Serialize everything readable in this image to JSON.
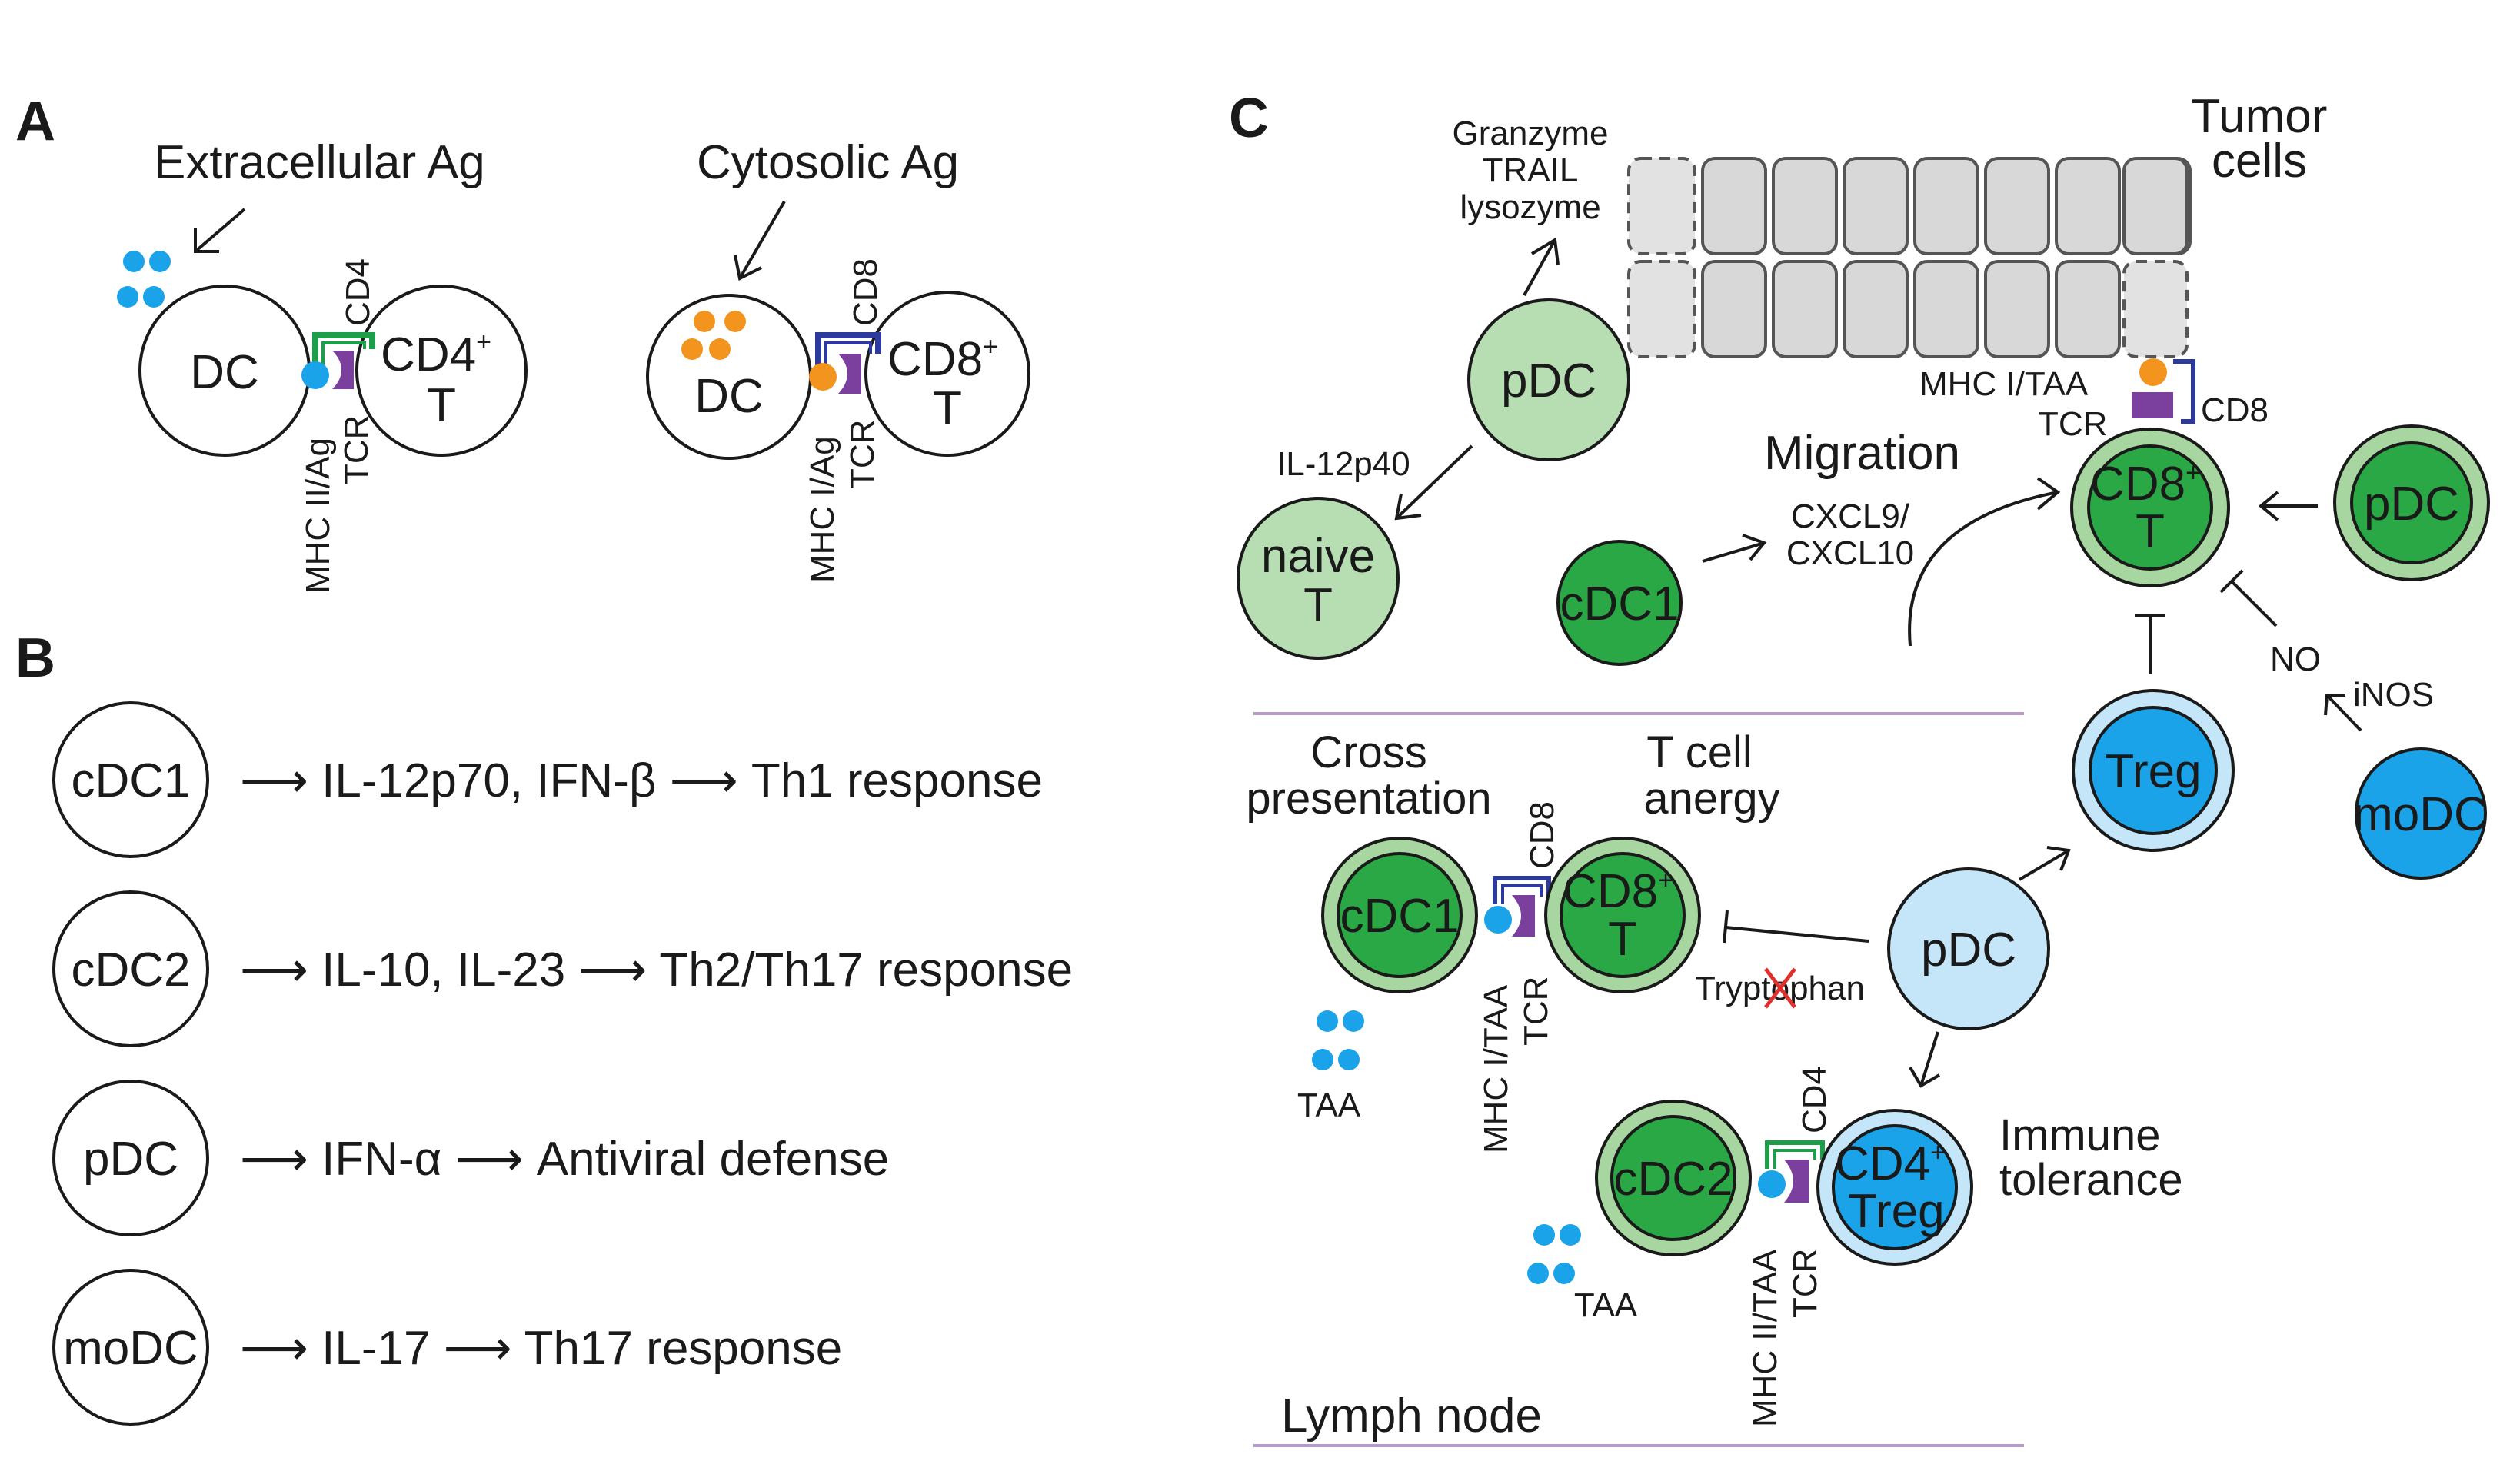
{
  "colors": {
    "antigen_blue": "#1aa3e8",
    "antigen_orange": "#f3941e",
    "tcr_purple": "#7b3f9e",
    "cd4_green": "#1e9e4a",
    "cd8_blue": "#2b3a9c",
    "dark_green_cell": "#2aa845",
    "dark_green_ring": "#a7d6a0",
    "light_green_cell": "#b6deb2",
    "light_blue_cell": "#c5e6f8",
    "blue_cell": "#1aa3e8",
    "divider_purple": "#b89ac9",
    "tumor_grey": "#d8d8d8"
  },
  "panel_a": {
    "letter": "A",
    "left": {
      "antigen_label": "Extracellular Ag",
      "dc_label": "DC",
      "t_label_main": "CD4",
      "t_label_sup": "+",
      "t_label_second": "T",
      "co_receptor": "CD4",
      "mhc_label": "MHC II/Ag",
      "tcr_label": "TCR"
    },
    "right": {
      "antigen_label": "Cytosolic Ag",
      "dc_label": "DC",
      "t_label_main": "CD8",
      "t_label_sup": "+",
      "t_label_second": "T",
      "co_receptor": "CD8",
      "mhc_label": "MHC I/Ag",
      "tcr_label": "TCR"
    }
  },
  "panel_b": {
    "letter": "B",
    "rows": [
      {
        "cell": "cDC1",
        "text": "⟶ IL-12p70, IFN-β ⟶ Th1 response"
      },
      {
        "cell": "cDC2",
        "text": "⟶ IL-10, IL-23 ⟶ Th2/Th17 response"
      },
      {
        "cell": "pDC",
        "text": "⟶ IFN-α ⟶ Antiviral defense"
      },
      {
        "cell": "moDC",
        "text": "⟶ IL-17 ⟶ Th17 response"
      }
    ]
  },
  "panel_c": {
    "letter": "C",
    "tumor_title_1": "Tumor",
    "tumor_title_2": "cells",
    "effectors_1": "Granzyme",
    "effectors_2": "TRAIL",
    "effectors_3": "lysozyme",
    "pdc_top": "pDC",
    "il12_label": "IL-12p40",
    "naive_1": "naive",
    "naive_2": "T",
    "migration": "Migration",
    "cdc1_mid": "cDC1",
    "cxcl_1": "CXCL9/",
    "cxcl_2": "CXCL10",
    "mhc_taa_top": "MHC I/TAA",
    "tcr_top": "TCR",
    "cd8_top": "CD8",
    "cd8t_main": "CD8",
    "cd8t_sup": "+",
    "cd8t_second": "T",
    "pdc_right": "pDC",
    "no_label": "NO",
    "inos_label": "iNOS",
    "treg_label": "Treg",
    "modc_label": "moDC",
    "cross_1": "Cross",
    "cross_2": "presentation",
    "anergy_1": "T cell",
    "anergy_2": "anergy",
    "cdc1_ln": "cDC1",
    "cd8_ln": "CD8",
    "cd8t_ln_main": "CD8",
    "cd8t_ln_sup": "+",
    "cd8t_ln_second": "T",
    "mhc_taa_ln": "MHC I/TAA",
    "tcr_ln": "TCR",
    "pdc_ln": "pDC",
    "tryptophan": "Tryptophan",
    "taa_1": "TAA",
    "cdc2_ln": "cDC2",
    "cd4_ln": "CD4",
    "cd4treg_main": "CD4",
    "cd4treg_sup": "+",
    "cd4treg_second": "Treg",
    "immune_1": "Immune",
    "immune_2": "tolerance",
    "taa_2": "TAA",
    "mhc2_taa_ln": "MHC II/TAA",
    "tcr_ln2": "TCR",
    "lymph_node": "Lymph node"
  }
}
